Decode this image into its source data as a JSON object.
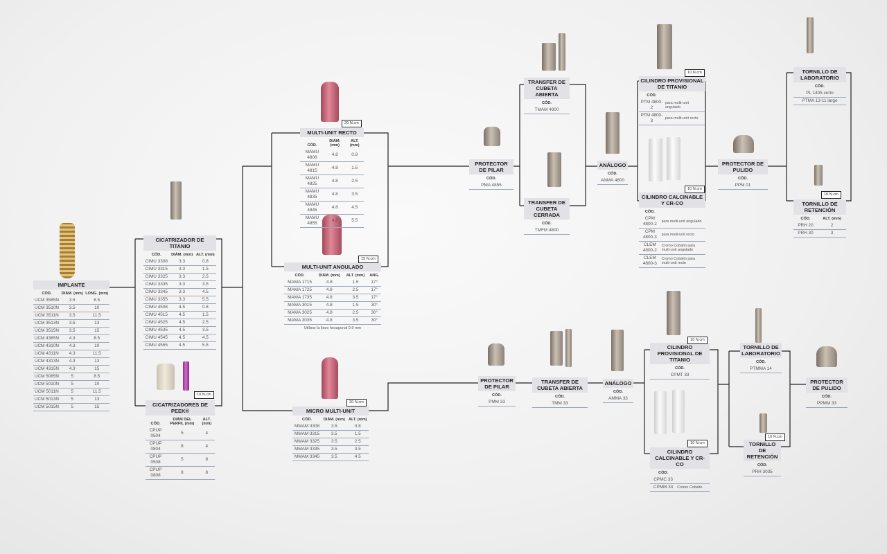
{
  "blocks": {
    "implante": {
      "title": "IMPLANTE",
      "headers": [
        "CÓD.",
        "DIÁM. (mm)",
        "LONG. (mm)"
      ],
      "rows": [
        [
          "UCM 3585N",
          "3.5",
          "8.5"
        ],
        [
          "UCM 3510N",
          "3.5",
          "10"
        ],
        [
          "UCM 3511N",
          "3.5",
          "11.5"
        ],
        [
          "UCM 3513N",
          "3.5",
          "13"
        ],
        [
          "UCM 3515N",
          "3.5",
          "15"
        ],
        [
          "UCM 4385N",
          "4.3",
          "8.5"
        ],
        [
          "UCM 4310N",
          "4.3",
          "10"
        ],
        [
          "UCM 4311N",
          "4.3",
          "11.5"
        ],
        [
          "UCM 4313N",
          "4.3",
          "13"
        ],
        [
          "UCM 4315N",
          "4.3",
          "15"
        ],
        [
          "UCM 5085N",
          "5",
          "8.5"
        ],
        [
          "UCM 5010N",
          "5",
          "10"
        ],
        [
          "UCM 5011N",
          "5",
          "11.5"
        ],
        [
          "UCM 5013N",
          "5",
          "13"
        ],
        [
          "UCM 5015N",
          "5",
          "15"
        ]
      ]
    },
    "cicatrizador": {
      "title": "CICATRIZADOR DE TITANIO",
      "headers": [
        "CÓD.",
        "DIÁM. (mm)",
        "ALT. (mm)"
      ],
      "rows": [
        [
          "CIMU 3308",
          "3.3",
          "0.8"
        ],
        [
          "CIMU 3315",
          "3.3",
          "1.5"
        ],
        [
          "CIMU 3325",
          "3.3",
          "2.5"
        ],
        [
          "CIMU 3335",
          "3.3",
          "3.5"
        ],
        [
          "CIMU 3345",
          "3.3",
          "4.5"
        ],
        [
          "CIMU 3355",
          "3.3",
          "5.5"
        ],
        [
          "CIMU 4508",
          "4.5",
          "0.8"
        ],
        [
          "CIMU 4515",
          "4.5",
          "1.5"
        ],
        [
          "CIMU 4525",
          "4.5",
          "2.5"
        ],
        [
          "CIMU 4535",
          "4.5",
          "3.5"
        ],
        [
          "CIMU 4545",
          "4.5",
          "4.5"
        ],
        [
          "CIMU 4555",
          "4.5",
          "5.5"
        ]
      ]
    },
    "peek": {
      "title": "CICATRIZADORES DE PEEK®",
      "headers": [
        "CÓD.",
        "DIÁM DEL PERFIL (mm)",
        "ALT. (mm)"
      ],
      "rows": [
        [
          "CPUP 0504",
          "5",
          "4"
        ],
        [
          "CPUP 0804",
          "8",
          "4"
        ],
        [
          "CPUP 0508",
          "5",
          "8"
        ],
        [
          "CPUP 0808",
          "8",
          "8"
        ]
      ]
    },
    "mu_recto": {
      "title": "MULTI-UNIT RECTO",
      "headers": [
        "CÓD.",
        "DIÁM. (mm)",
        "ALT. (mm)"
      ],
      "rows": [
        [
          "MAMU 4808",
          "4.8",
          "0.8"
        ],
        [
          "MAMU 4815",
          "4.8",
          "1.5"
        ],
        [
          "MAMU 4825",
          "4.8",
          "2.5"
        ],
        [
          "MAMU 4835",
          "4.8",
          "3.5"
        ],
        [
          "MAMU 4845",
          "4.8",
          "4.5"
        ],
        [
          "MAMU 4855",
          "4.8",
          "5.5"
        ]
      ]
    },
    "mu_angulado": {
      "title": "MULTI-UNIT ANGULADO",
      "headers": [
        "CÓD.",
        "DIÁM. (mm)",
        "ALT. (mm)",
        "ANG."
      ],
      "rows": [
        [
          "MAMA 1715",
          "4.8",
          "1.5",
          "17°"
        ],
        [
          "MAMA 1725",
          "4.8",
          "2.5",
          "17°"
        ],
        [
          "MAMA 1735",
          "4.8",
          "3.5",
          "17°"
        ],
        [
          "MAMA 3015",
          "4.8",
          "1.5",
          "30°"
        ],
        [
          "MAMA 3025",
          "4.8",
          "2.5",
          "30°"
        ],
        [
          "MAMA 3035",
          "4.8",
          "3.5",
          "30°"
        ]
      ],
      "note": "Utilizar la llave hexagonal 0.9 mm"
    },
    "micro_mu": {
      "title": "MICRO MULTI-UNIT",
      "headers": [
        "CÓD.",
        "DIÁM. (mm)",
        "ALT. (mm)"
      ],
      "rows": [
        [
          "MMAM 3308",
          "3.5",
          "0.8"
        ],
        [
          "MMAM 3315",
          "3.5",
          "1.5"
        ],
        [
          "MMAM 3325",
          "3.5",
          "2.5"
        ],
        [
          "MMAM 3335",
          "3.5",
          "3.5"
        ],
        [
          "MMAM 3345",
          "3.5",
          "4.5"
        ]
      ]
    },
    "prot_pilar_top": {
      "title": "PROTECTOR DE PILAR",
      "headers": [
        "CÓD."
      ],
      "rows": [
        [
          "PMA 4855"
        ]
      ]
    },
    "transfer_ab_top": {
      "title": "TRANSFER DE CUBETA ABIERTA",
      "headers": [
        "CÓD."
      ],
      "rows": [
        [
          "TMAM 4800"
        ]
      ]
    },
    "transfer_ce_top": {
      "title": "TRANSFER DE CUBETA CERRADA",
      "headers": [
        "CÓD."
      ],
      "rows": [
        [
          "TMFM 4800"
        ]
      ]
    },
    "analogo_top": {
      "title": "ANÁLOGO",
      "headers": [
        "CÓD."
      ],
      "rows": [
        [
          "ANMA 4800"
        ]
      ]
    },
    "cil_prov_top": {
      "title": "CILINDRO PROVISIONAL DE TITANIO",
      "headers": [
        "CÓD.",
        ""
      ],
      "rows": [
        [
          "PTM 4800-2",
          "para multi-unit angulado"
        ],
        [
          "PTM 4800-3",
          "para multi-unit recto"
        ]
      ]
    },
    "cil_calc_top": {
      "title": "CILINDRO CALCINABLE Y CR-CO",
      "headers": [
        "CÓD.",
        ""
      ],
      "rows": [
        [
          "CPM 4800-2",
          "para multi-unit angulado"
        ],
        [
          "CPM 4800-3",
          "para multi-unit recto"
        ],
        [
          "CLEM 4800-2",
          "Cromo Cobalto para multi-unit angulado"
        ],
        [
          "CLEM 4800-3",
          "Cromo Cobalto para multi-unit recto"
        ]
      ]
    },
    "prot_pulido_top": {
      "title": "PROTECTOR DE PULIDO",
      "headers": [
        "CÓD."
      ],
      "rows": [
        [
          "PPM 01"
        ]
      ]
    },
    "torn_lab_top": {
      "title": "TORNILLO DE LABORATORIO",
      "headers": [
        "CÓD."
      ],
      "rows": [
        [
          "PL 1405 corto"
        ],
        [
          "PTMA 13-11 largo"
        ]
      ]
    },
    "torn_ret_top": {
      "title": "TORNILLO DE RETENCIÓN",
      "headers": [
        "CÓD.",
        "ALT. (mm)"
      ],
      "rows": [
        [
          "PRH 20",
          "2"
        ],
        [
          "PRH 30",
          "3"
        ]
      ]
    },
    "prot_pilar_bot": {
      "title": "PROTECTOR DE PILAR",
      "headers": [
        "CÓD."
      ],
      "rows": [
        [
          "PMM 33"
        ]
      ]
    },
    "transfer_ab_bot": {
      "title": "TRANSFER DE CUBETA ABIERTA",
      "headers": [
        "CÓD."
      ],
      "rows": [
        [
          "TMM 33"
        ]
      ]
    },
    "analogo_bot": {
      "title": "ANÁLOGO",
      "headers": [
        "CÓD."
      ],
      "rows": [
        [
          "AMMA 33"
        ]
      ]
    },
    "cil_prov_bot": {
      "title": "CILINDRO PROVISIONAL DE TITANIO",
      "headers": [
        "CÓD."
      ],
      "rows": [
        [
          "CPMT 33"
        ]
      ]
    },
    "cil_calc_bot": {
      "title": "CILINDRO CALCINABLE Y CR-CO",
      "headers": [
        "CÓD.",
        ""
      ],
      "rows": [
        [
          "CPMC 33",
          ""
        ],
        [
          "CPMM 33",
          "Cromo Cobalto"
        ]
      ]
    },
    "torn_lab_bot": {
      "title": "TORNILLO DE LABORATORIO",
      "headers": [
        "CÓD."
      ],
      "rows": [
        [
          "PTMMA 14"
        ]
      ]
    },
    "torn_ret_bot": {
      "title": "TORNILLO DE RETENCIÓN",
      "headers": [
        "CÓD."
      ],
      "rows": [
        [
          "PRH 3035"
        ]
      ]
    },
    "prot_pulido_bot": {
      "title": "PROTECTOR DE PULIDO",
      "headers": [
        "CÓD."
      ],
      "rows": [
        [
          "PPMM 33"
        ]
      ]
    }
  },
  "torques": {
    "peek": "10 N.cm",
    "mu_recto": "20 N.cm",
    "mu_angulado": "15 N.cm",
    "micro_mu": "20 N.cm",
    "cil_prov_top": "10 N.cm",
    "cil_calc_top": "10 N.cm",
    "torn_ret_top": "10 N.cm",
    "cil_prov_bot": "10 N.cm",
    "cil_calc_bot": "10 N.cm",
    "torn_ret_bot": "10 N.cm"
  },
  "colors": {
    "title_bg": "#e2e2e6",
    "row_line": "#9aa6b8",
    "titanium": "#c9bfb2",
    "pink": "#e2879a"
  }
}
